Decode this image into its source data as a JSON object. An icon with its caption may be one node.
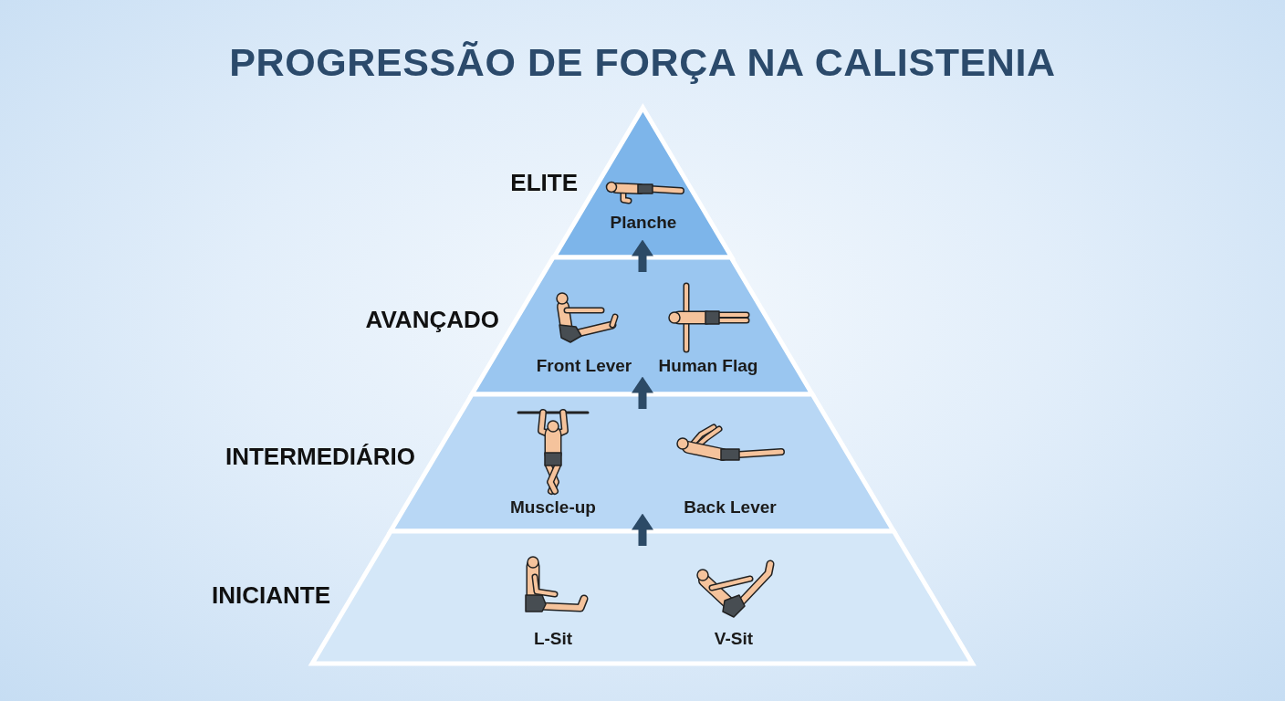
{
  "diagram": {
    "title": "PROGRESSÃO DE FORÇA NA CALISTENIA",
    "nodes": [
      {
        "text": [
          "ELITE"
        ]
      },
      {
        "text": [
          "Planche"
        ],
        "in": 0
      },
      {
        "text": [
          "AVANÇADO"
        ]
      },
      {
        "text": [
          "Front Lever"
        ],
        "in": 2
      },
      {
        "text": [
          "Human Flag"
        ],
        "in": 2
      },
      {
        "text": [
          "INTERMEDIÁRIO"
        ]
      },
      {
        "text": [
          "Muscle-up"
        ],
        "in": 5
      },
      {
        "text": [
          "Back Lever"
        ],
        "in": 5
      },
      {
        "text": [
          "INICIANTE"
        ]
      },
      {
        "text": [
          "L-Sit"
        ],
        "in": 8
      },
      {
        "text": [
          "V-Sit"
        ],
        "in": 8
      }
    ],
    "edges": [
      {
        "from": 2,
        "to": 0,
        "arrow": "to"
      },
      {
        "from": 5,
        "to": 2,
        "arrow": "to"
      },
      {
        "from": 8,
        "to": 5,
        "arrow": "to"
      }
    ]
  }
}
